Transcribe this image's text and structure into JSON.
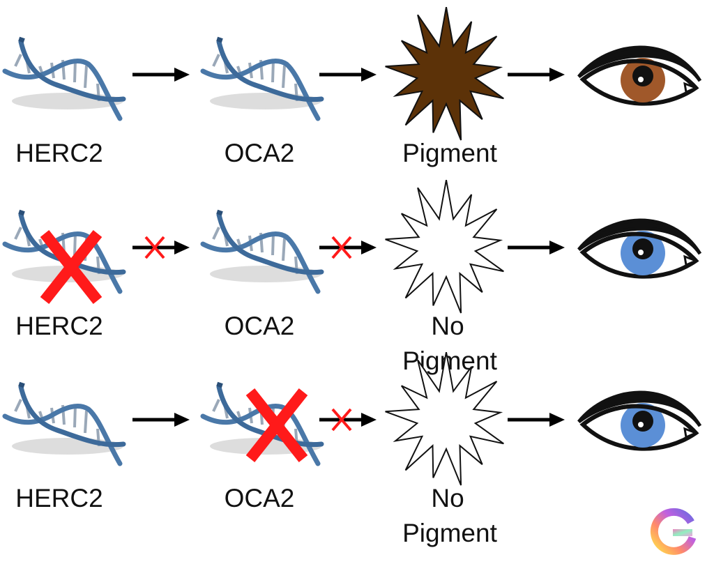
{
  "colors": {
    "dna": "#4a78a8",
    "pigment": "#5c3208",
    "brown_iris": "#a0582a",
    "blue_iris": "#5b8fd6",
    "block_x": "#ff1a1a",
    "arrow": "#000000"
  },
  "rows": [
    {
      "labels": {
        "gene1": "HERC2",
        "gene2": "OCA2",
        "pigment": "Pigment"
      },
      "gene1_blocked": false,
      "gene2_blocked": false,
      "arrow1_blocked": false,
      "arrow2_blocked": false,
      "pigment_filled": true,
      "eye_color": "brown"
    },
    {
      "labels": {
        "gene1": "HERC2",
        "gene2": "OCA2",
        "pigment_line1": "No",
        "pigment_line2": "Pigment"
      },
      "gene1_blocked": true,
      "gene2_blocked": false,
      "arrow1_blocked": true,
      "arrow2_blocked": true,
      "pigment_filled": false,
      "eye_color": "blue"
    },
    {
      "labels": {
        "gene1": "HERC2",
        "gene2": "OCA2",
        "pigment_line1": "No",
        "pigment_line2": "Pigment"
      },
      "gene1_blocked": false,
      "gene2_blocked": true,
      "arrow1_blocked": false,
      "arrow2_blocked": true,
      "pigment_filled": false,
      "eye_color": "blue"
    }
  ],
  "logo": {
    "icon": "rainbow-g-logo"
  }
}
